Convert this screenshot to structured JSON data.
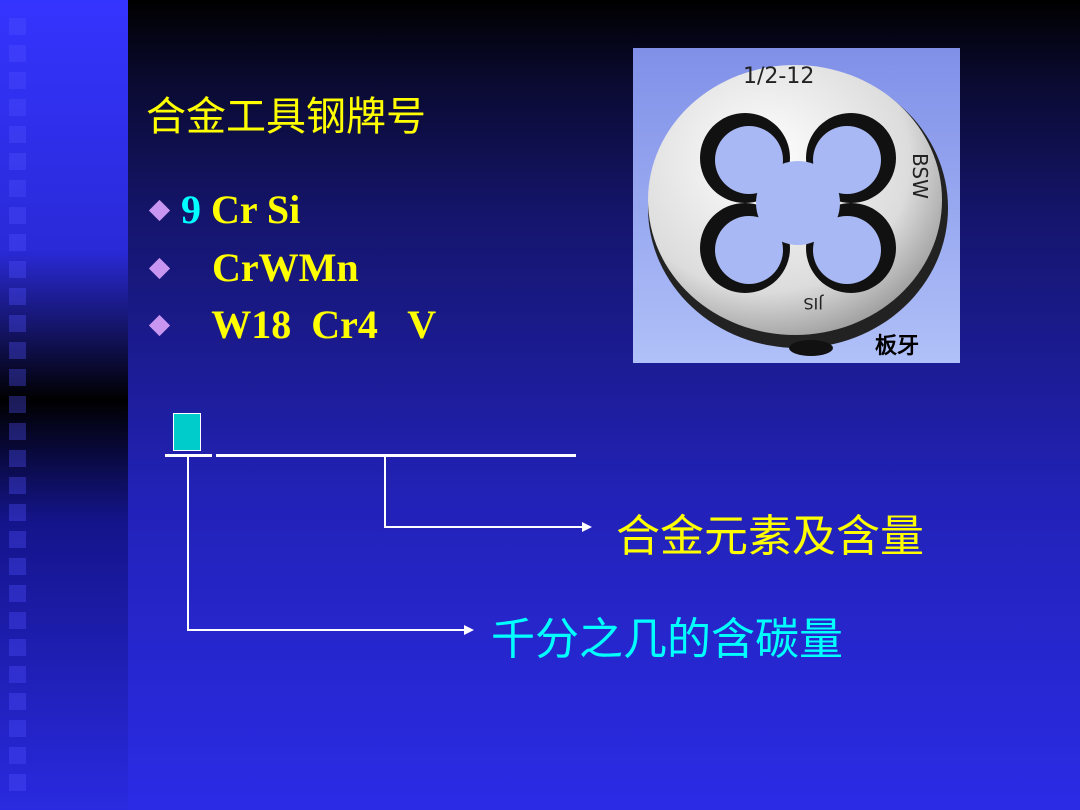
{
  "title": "合金工具钢牌号",
  "bullets": [
    {
      "prefix": "9",
      "text": "Cr Si"
    },
    {
      "prefix": "",
      "text": "CrWMn"
    },
    {
      "prefix": "",
      "text": "W18  Cr4   V"
    }
  ],
  "photo": {
    "caption": "板牙",
    "marking_top": "1/2-12",
    "marking_side": "BSW",
    "marking_bottom": "JIS"
  },
  "diagram": {
    "alloy_label": "合金元素及含量",
    "carbon_label": "千分之几的含碳量"
  },
  "colors": {
    "title": "#ffff00",
    "carbon": "#00ffff",
    "box": "#00cccc"
  }
}
